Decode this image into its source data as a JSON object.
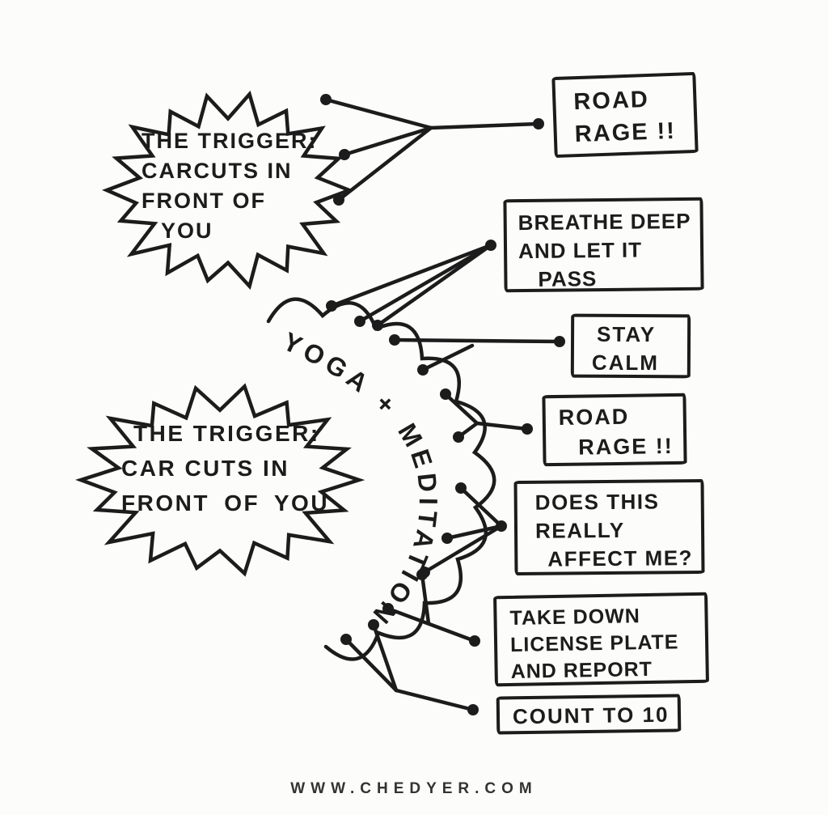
{
  "colors": {
    "ink": "#1c1c1c",
    "background": "#fcfcfa"
  },
  "top_section": {
    "trigger_bubble": {
      "lines": [
        "THE TRIGGER:",
        "CARCUTS IN",
        "FRONT OF",
        "YOU"
      ]
    },
    "outcome_box": {
      "lines": [
        "ROAD",
        "RAGE !!"
      ]
    }
  },
  "bottom_section": {
    "trigger_bubble": {
      "lines": [
        "THE TRIGGER:",
        "CAR CUTS IN",
        "FRONT OF YOU"
      ]
    },
    "cloud_label": "YOGA + MEDITATION",
    "outcome_boxes": [
      {
        "lines": [
          "BREATHE DEEP",
          "AND LET IT",
          "PASS"
        ]
      },
      {
        "lines": [
          "STAY",
          "CALM"
        ]
      },
      {
        "lines": [
          "ROAD",
          "RAGE !!"
        ]
      },
      {
        "lines": [
          "DOES THIS",
          "REALLY",
          "AFFECT ME?"
        ]
      },
      {
        "lines": [
          "TAKE DOWN",
          "LICENSE PLATE",
          "AND REPORT"
        ]
      },
      {
        "lines": [
          "COUNT TO 10"
        ]
      }
    ]
  },
  "footer": {
    "website": "WWW.CHEDYER.COM"
  }
}
